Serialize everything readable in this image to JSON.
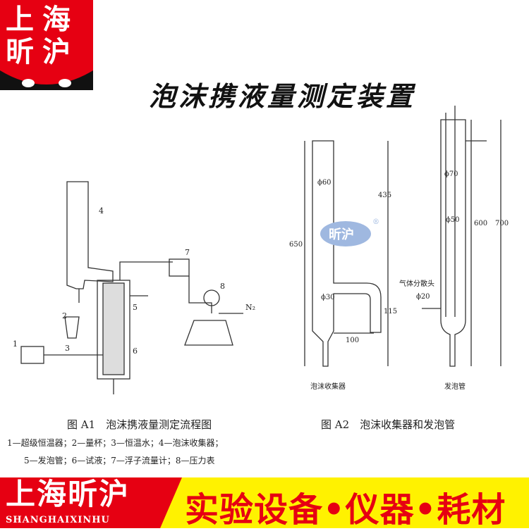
{
  "logo": {
    "line1": "上海",
    "line2": "昕沪"
  },
  "title": "泡沫携液量测定装置",
  "figure_a1": {
    "labels": [
      "1",
      "2",
      "3",
      "4",
      "5",
      "6",
      "7",
      "8"
    ],
    "gas": "N₂",
    "caption": "图 A1　泡沫携液量测定流程图",
    "legend_line1": "1—超级恒温器；2—量杯；3—恒温水；4—泡沫收集器；",
    "legend_line2": "5—发泡管；6—试液；7—浮子流量计；8—压力表"
  },
  "figure_a2": {
    "caption": "图 A2　泡沫收集器和发泡管",
    "collector": {
      "name": "泡沫收集器",
      "d60": "ϕ60",
      "d30": "ϕ30",
      "h650": "650",
      "h435": "435",
      "h115": "115",
      "w100": "100"
    },
    "foam_tube": {
      "name": "发泡管",
      "d70": "ϕ70",
      "d50": "ϕ50",
      "d20": "ϕ20",
      "head": "气体分散头",
      "h600": "600",
      "h700": "700"
    }
  },
  "watermark": {
    "text": "昕沪",
    "mark": "®"
  },
  "banner": {
    "brand": "上海昕沪",
    "pinyin": "SHANGHAIXINHU",
    "slogan": "实验设备•仪器•耗材"
  },
  "colors": {
    "red": "#e60012",
    "yellow": "#fff200",
    "watermark": "#9fb8e0"
  }
}
